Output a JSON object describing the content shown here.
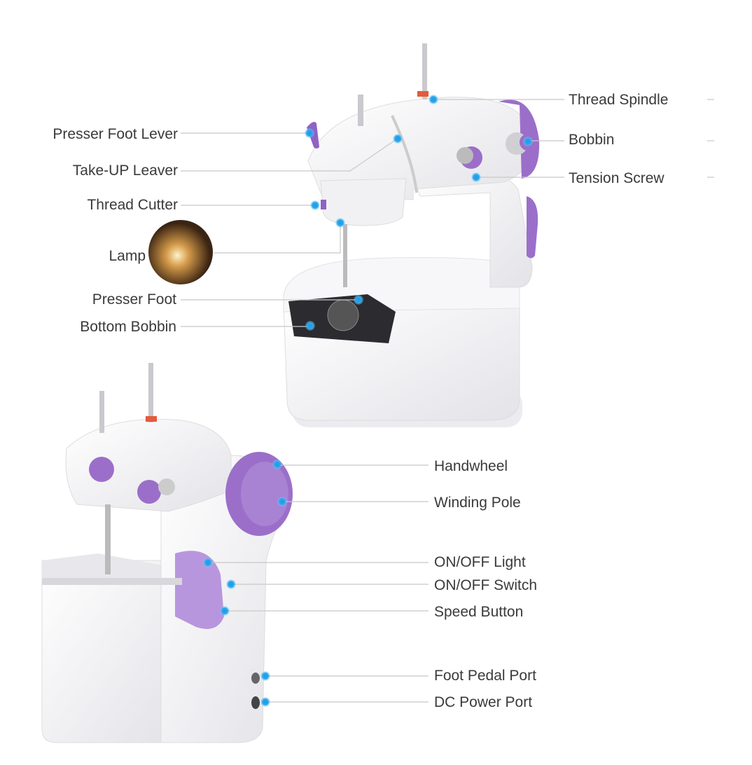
{
  "colors": {
    "accent": "#9b6fc9",
    "marker": "#1ea0e6",
    "leader": "#c8c8c8",
    "body": "#f4f4f6"
  },
  "top_machine": {
    "left_labels": [
      "Presser Foot Lever",
      "Take-UP Leaver",
      "Thread Cutter",
      "Lamp",
      "Presser Foot",
      "Bottom Bobbin"
    ],
    "right_labels": [
      "Thread Spindle",
      "Bobbin",
      "Tension Screw"
    ]
  },
  "bottom_machine": {
    "right_labels": [
      "Handwheel",
      "Winding Pole",
      "ON/OFF Light",
      "ON/OFF Switch",
      "Speed Button",
      "Foot Pedal Port",
      "DC Power Port"
    ]
  }
}
